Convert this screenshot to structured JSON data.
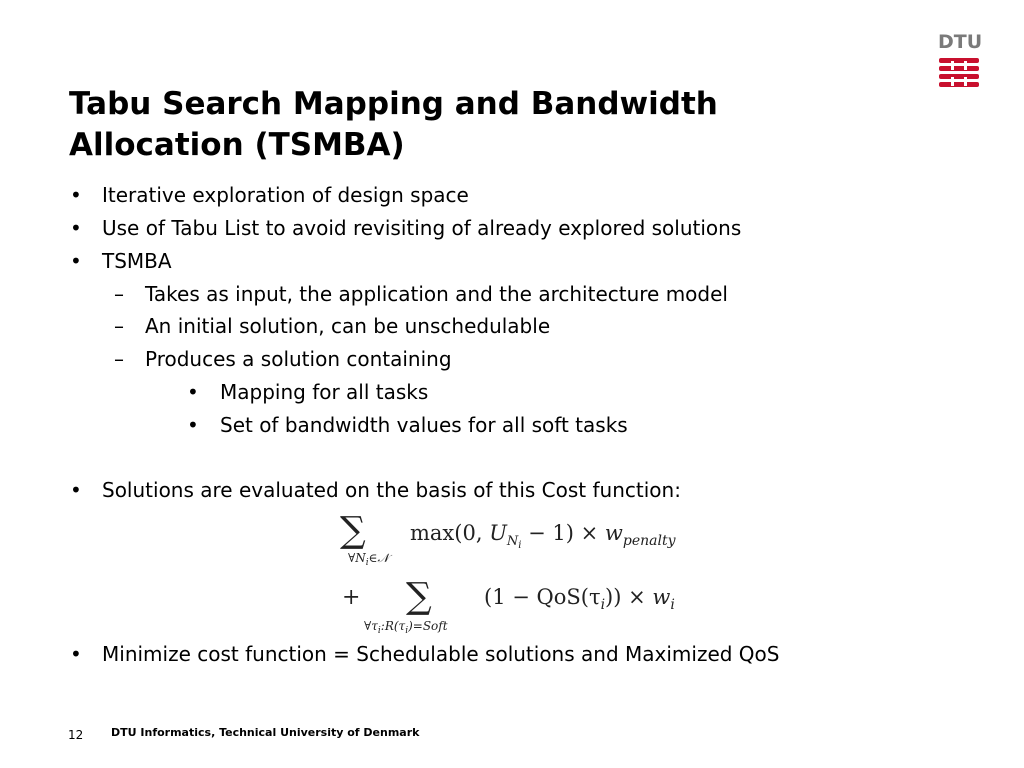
{
  "logo": {
    "text": "DTU"
  },
  "title": {
    "line1": "Tabu Search Mapping and Bandwidth",
    "line2": "Allocation (TSMBA)"
  },
  "bullets": [
    {
      "marker": "•",
      "text": "Iterative exploration of design space"
    },
    {
      "marker": "•",
      "text": "Use of Tabu List to avoid revisiting of already explored solutions"
    },
    {
      "marker": "•",
      "text": "TSMBA"
    },
    {
      "marker": "–",
      "text": "Takes as input, the application and the architecture model"
    },
    {
      "marker": "–",
      "text": "An initial solution, can be unschedulable"
    },
    {
      "marker": "–",
      "text": "Produces a solution containing"
    },
    {
      "marker": "•",
      "text": "Mapping for all tasks"
    },
    {
      "marker": "•",
      "text": "Set of bandwidth values for all soft tasks"
    },
    {
      "marker": "•",
      "text": "Solutions are evaluated on the basis of this Cost function:"
    },
    {
      "marker": "•",
      "text": "Minimize cost function = Schedulable solutions and Maximized QoS"
    }
  ],
  "formula": {
    "sum_symbol": "∑",
    "term1_sub": "∀N",
    "term1_sub_i": "i",
    "term1_sub_rest": "∈𝒩",
    "term1_body_a": "max(0, ",
    "term1_U": "U",
    "term1_U_sub": "N",
    "term1_U_subsub": "i",
    "term1_body_b": " − 1) × ",
    "term1_w": "w",
    "term1_w_sub": "penalty",
    "plus": "+",
    "term2_sub": "∀τ",
    "term2_sub_i": "i",
    "term2_sub_rest": ":R(τ",
    "term2_sub_rest2": ")=Soft",
    "term2_body_a": "(1 − QoS(τ",
    "term2_body_b": ")) × ",
    "term2_w": "w",
    "term2_w_sub": "i"
  },
  "footer": {
    "page_number": "12",
    "institution": "DTU Informatics, Technical University of Denmark"
  },
  "colors": {
    "logo_gray": "#7a7a7a",
    "logo_red": "#c8102e"
  }
}
